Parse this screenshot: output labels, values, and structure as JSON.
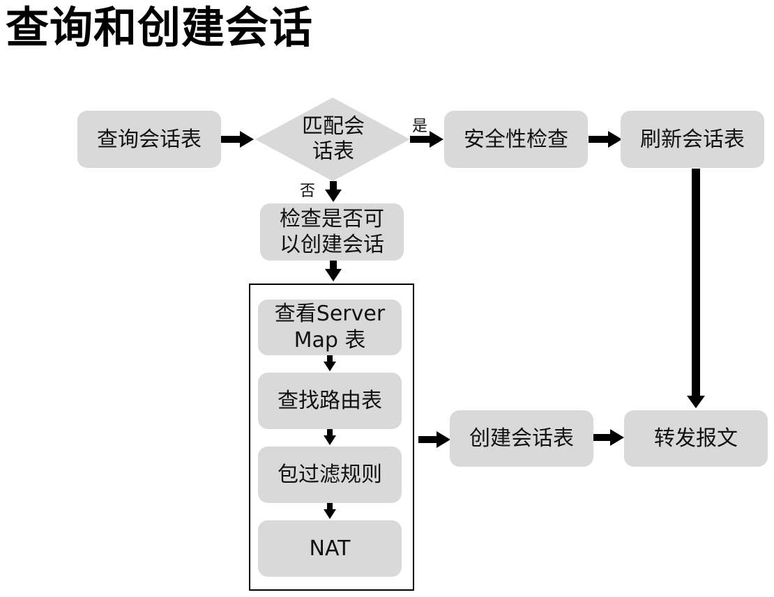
{
  "title": "查询和创建会话",
  "nodes": {
    "query_session": "查询会话表",
    "match_session": {
      "line1": "匹配会",
      "line2": "话表"
    },
    "security_check": "安全性检查",
    "refresh_session": "刷新会话表",
    "check_create": {
      "line1": "检查是否可",
      "line2": "以创建会话"
    },
    "server_map": {
      "line1": "查看Server",
      "line2": "Map 表"
    },
    "route_table": "查找路由表",
    "packet_filter": "包过滤规则",
    "nat": "NAT",
    "create_session": "创建会话表",
    "forward_packet": "转发报文"
  },
  "labels": {
    "yes": "是",
    "no": "否"
  }
}
